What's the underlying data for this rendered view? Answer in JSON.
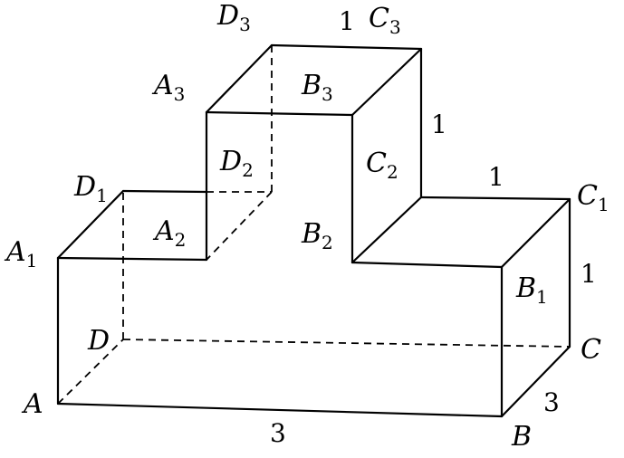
{
  "points": [
    {
      "id": "A",
      "base": "A",
      "sub": ""
    },
    {
      "id": "B",
      "base": "B",
      "sub": ""
    },
    {
      "id": "C",
      "base": "C",
      "sub": ""
    },
    {
      "id": "D",
      "base": "D",
      "sub": ""
    },
    {
      "id": "A1",
      "base": "A",
      "sub": "1"
    },
    {
      "id": "B1",
      "base": "B",
      "sub": "1"
    },
    {
      "id": "C1",
      "base": "C",
      "sub": "1"
    },
    {
      "id": "D1",
      "base": "D",
      "sub": "1"
    },
    {
      "id": "A2",
      "base": "A",
      "sub": "2"
    },
    {
      "id": "B2",
      "base": "B",
      "sub": "2"
    },
    {
      "id": "C2",
      "base": "C",
      "sub": "2"
    },
    {
      "id": "D2",
      "base": "D",
      "sub": "2"
    },
    {
      "id": "A3",
      "base": "A",
      "sub": "3"
    },
    {
      "id": "B3",
      "base": "B",
      "sub": "3"
    },
    {
      "id": "C3",
      "base": "C",
      "sub": "3"
    },
    {
      "id": "D3",
      "base": "D",
      "sub": "3"
    }
  ],
  "edge_lengths": [
    {
      "id": "AB",
      "text": "3"
    },
    {
      "id": "BC",
      "text": "3"
    },
    {
      "id": "CC1",
      "text": "1"
    },
    {
      "id": "C2C1",
      "text": "1"
    },
    {
      "id": "C2C3",
      "text": "1"
    },
    {
      "id": "D3C3",
      "text": "1"
    }
  ]
}
